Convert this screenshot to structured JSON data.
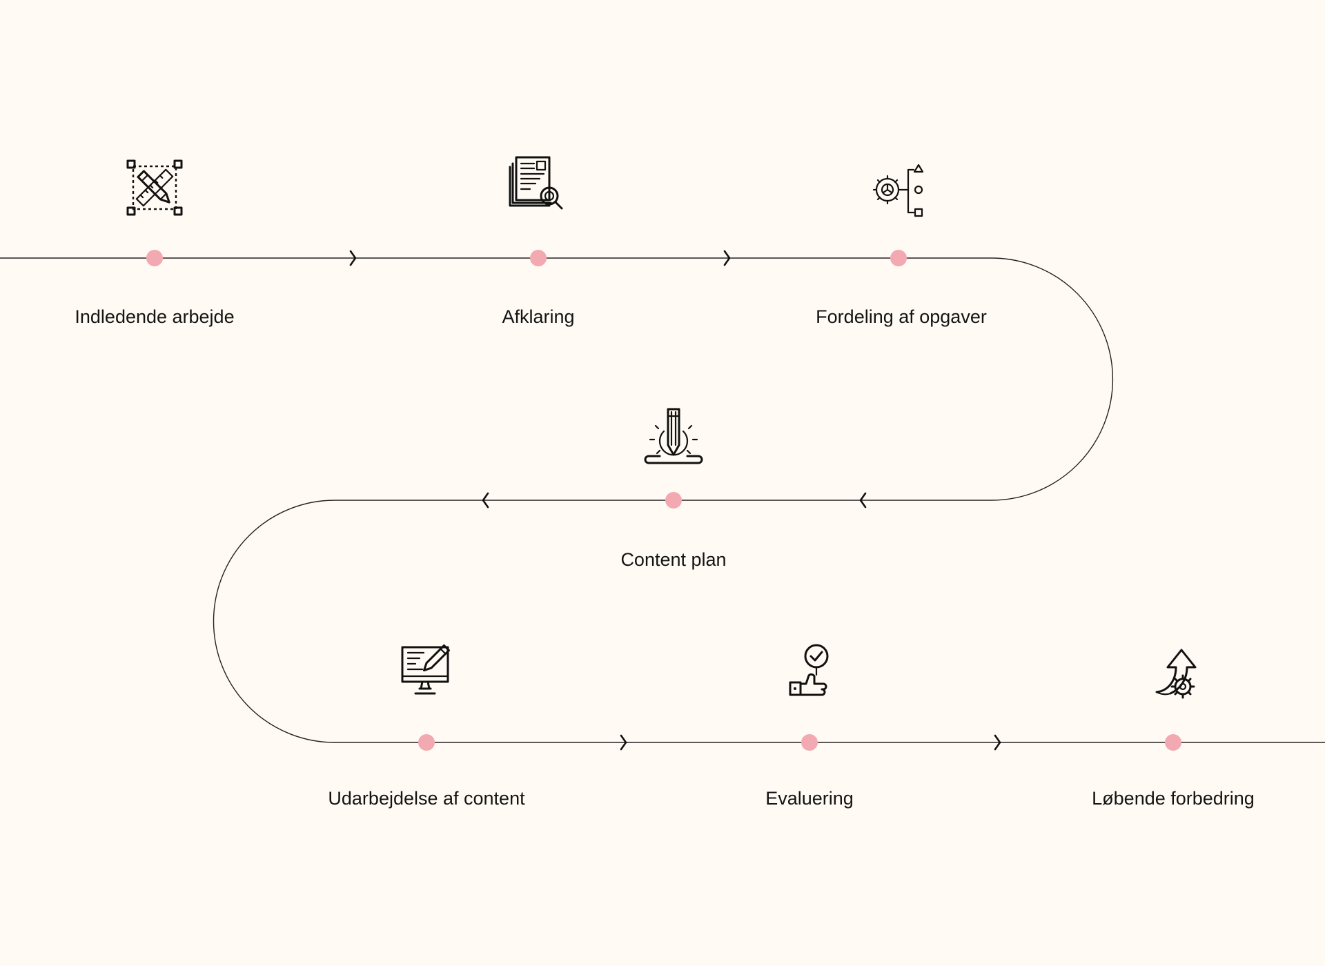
{
  "colors": {
    "background": "#fffaf3",
    "line": "#222222",
    "dot": "#f2a9b1",
    "text": "#141414"
  },
  "steps": [
    {
      "label": "Indledende arbejde",
      "icon": "design-tools-icon"
    },
    {
      "label": "Afklaring",
      "icon": "document-search-icon"
    },
    {
      "label": "Fordeling af opgaver",
      "icon": "gear-workflow-icon"
    },
    {
      "label": "Content plan",
      "icon": "pen-gear-icon"
    },
    {
      "label": "Udarbejdelse af content",
      "icon": "computer-editing-icon"
    },
    {
      "label": "Evaluering",
      "icon": "thumbs-up-check-icon"
    },
    {
      "label": "Løbende forbedring",
      "icon": "growth-arrow-gear-icon"
    }
  ]
}
